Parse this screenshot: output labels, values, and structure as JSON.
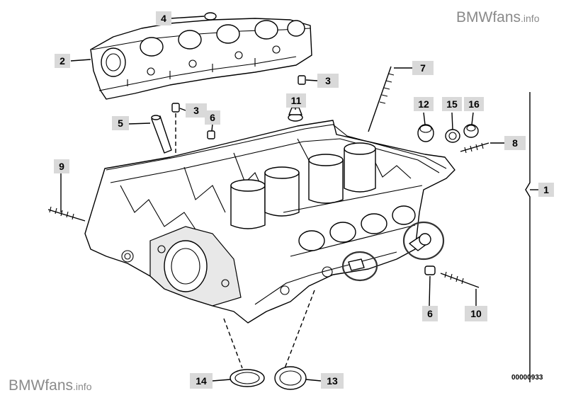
{
  "watermark": {
    "brand": "BMWfans",
    "suffix": ".info"
  },
  "drawing_number": "00000933",
  "callouts": {
    "c1": "1",
    "c2": "2",
    "c3a": "3",
    "c3b": "3",
    "c4": "4",
    "c5": "5",
    "c6a": "6",
    "c6b": "6",
    "c7": "7",
    "c8": "8",
    "c9": "9",
    "c10": "10",
    "c11": "11",
    "c12": "12",
    "c13": "13",
    "c14": "14",
    "c15": "15",
    "c16": "16"
  }
}
